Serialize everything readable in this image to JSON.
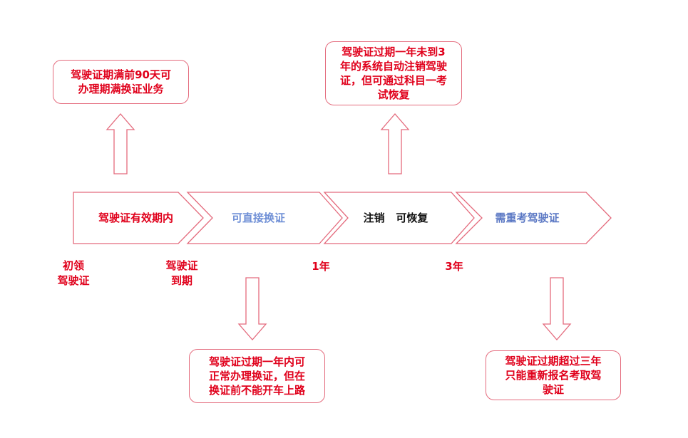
{
  "stages": [
    {
      "label": "驾驶证有效期内",
      "color": "#e0001b"
    },
    {
      "label": "可直接换证",
      "color": "#6f8fd6"
    },
    {
      "label": "注销   可恢复",
      "color": "#111111"
    },
    {
      "label": "需重考驾驶证",
      "color": "#5b78c4"
    }
  ],
  "ticks": [
    "初领\n驾驶证",
    "驾驶证\n到期",
    "1年",
    "3年"
  ],
  "notes": [
    "驾驶证期满前90天可\n办理期满换证业务",
    "驾驶证过期一年未到3\n年的系统自动注销驾驶\n证，但可通过科目一考\n试恢复",
    "驾驶证过期一年内可\n正常办理换证，但在\n换证前不能开车上路",
    "驾驶证过期超过三年\n只能重新报名考取驾\n驶证"
  ],
  "colors": {
    "outline": "#e46b7d",
    "text_red": "#e0001b"
  }
}
